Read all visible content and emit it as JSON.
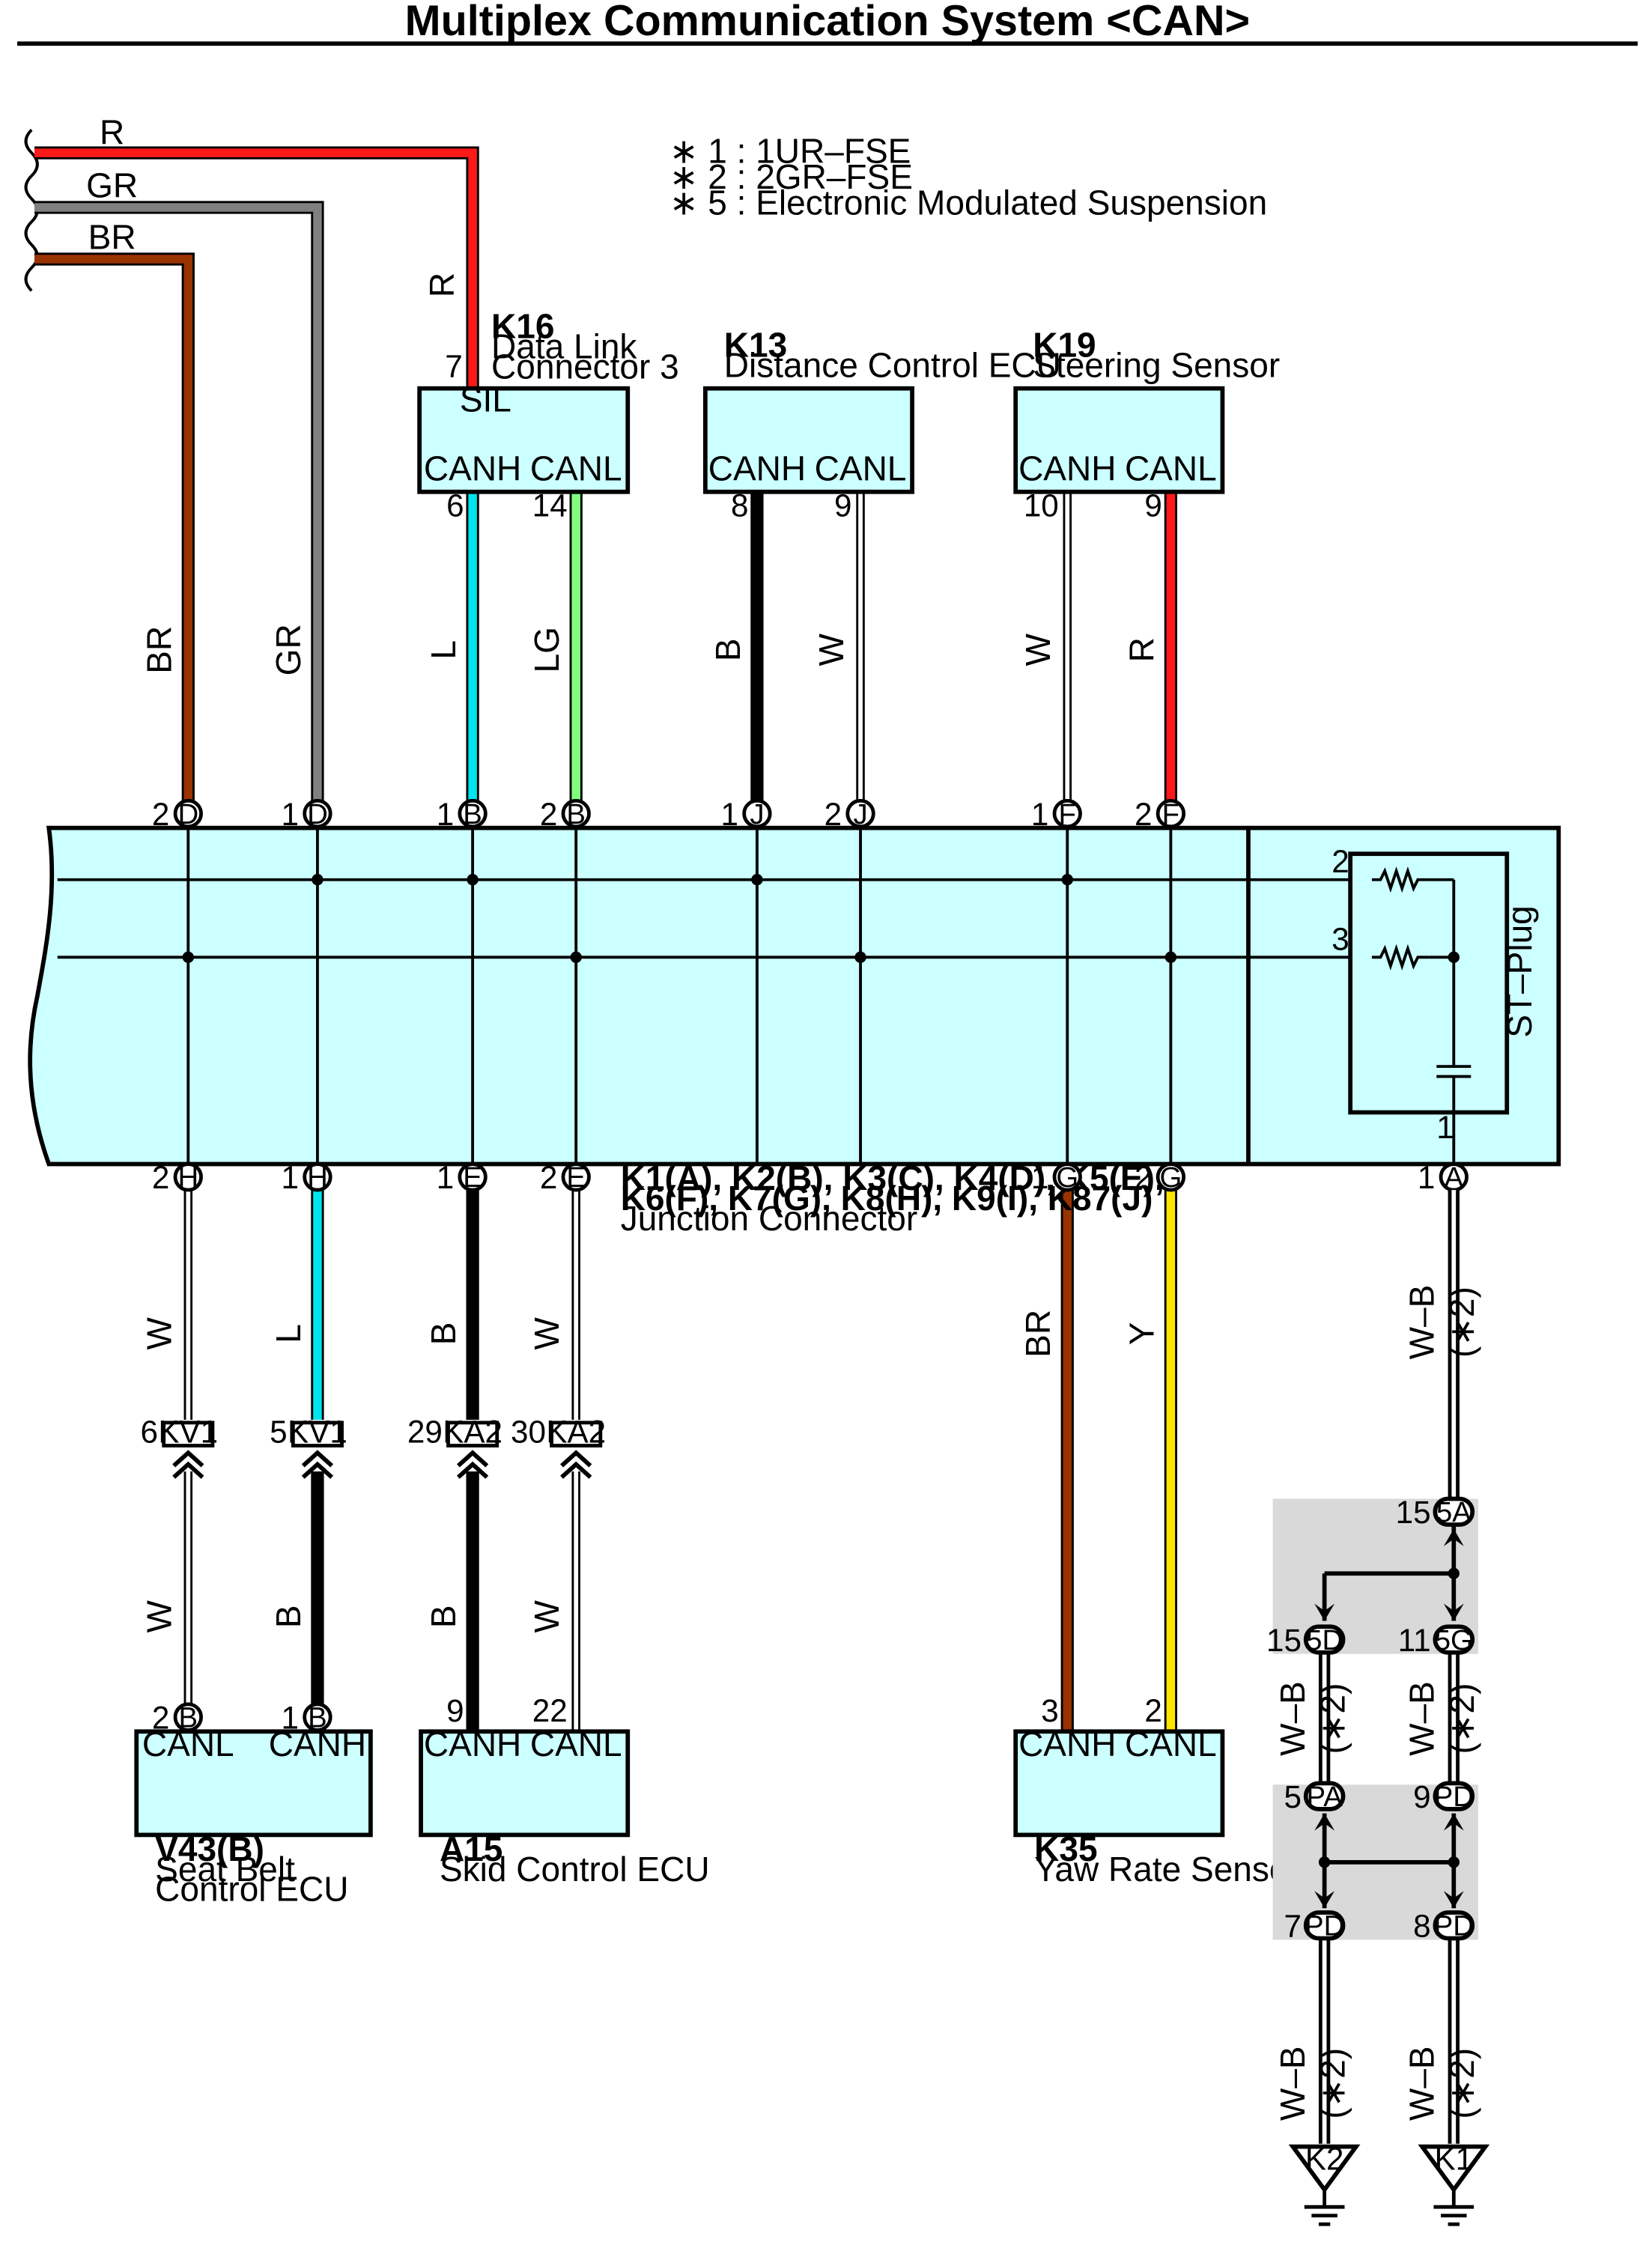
{
  "title": "Multiplex Communication System <CAN>",
  "notes": [
    "∗ 1 : 1UR–FSE",
    "∗ 2 : 2GR–FSE",
    "∗ 5 : Electronic Modulated Suspension"
  ],
  "wire_colors": {
    "R": "#ff1a1a",
    "GR": "#808080",
    "BR": "#993300",
    "L": "#00e5ee",
    "LG": "#80ff80",
    "B": "#000000",
    "W": "#ffffff",
    "Y": "#ffe600",
    "W-B": "#ffffff"
  },
  "colors": {
    "box_fill": "#ccffff",
    "shade": "#d9d9d9",
    "stroke": "#000000"
  },
  "incoming_wires": [
    "R",
    "GR",
    "BR"
  ],
  "components": {
    "k16": {
      "id": "K16",
      "name1": "Data Link",
      "name2": "Connector 3",
      "sil": "SIL",
      "sil_pin": "7",
      "canh": "CANH",
      "canl": "CANL",
      "pin_h": "6",
      "pin_l": "14",
      "wire_sil": "R"
    },
    "k13": {
      "id": "K13",
      "name": "Distance Control ECU",
      "canh": "CANH",
      "canl": "CANL",
      "pin_h": "8",
      "pin_l": "9"
    },
    "k19": {
      "id": "K19",
      "name": "Steering Sensor",
      "canh": "CANH",
      "canl": "CANL",
      "pin_h": "10",
      "pin_l": "9"
    },
    "v43": {
      "id": "V43(B)",
      "name1": "Seat Belt",
      "name2": "Control ECU",
      "canl": "CANL",
      "canh": "CANH",
      "pin_l": "2",
      "pin_h": "1",
      "pin_conn": "B"
    },
    "a15": {
      "id": "A15",
      "name": "Skid Control ECU",
      "canh": "CANH",
      "canl": "CANL",
      "pin_h": "9",
      "pin_l": "22"
    },
    "k35": {
      "id": "K35",
      "name": "Yaw Rate Sensor",
      "canh": "CANH",
      "canl": "CANL",
      "pin_h": "3",
      "pin_l": "2"
    }
  },
  "junction": {
    "line1": "K1(A), K2(B), K3(C), K4(D), K5(E),",
    "line2": "K6(F), K7(G), K8(H), K9(I), K87(J)",
    "line3": "Junction Connector",
    "st_plug": "ST–Plug",
    "st_pins": [
      "2",
      "3",
      "1"
    ],
    "top_pins": [
      {
        "pin": "2",
        "c": "D"
      },
      {
        "pin": "1",
        "c": "D"
      },
      {
        "pin": "1",
        "c": "B"
      },
      {
        "pin": "2",
        "c": "B"
      },
      {
        "pin": "1",
        "c": "J"
      },
      {
        "pin": "2",
        "c": "J"
      },
      {
        "pin": "1",
        "c": "F"
      },
      {
        "pin": "2",
        "c": "F"
      }
    ],
    "bottom_pins": [
      {
        "pin": "2",
        "c": "H"
      },
      {
        "pin": "1",
        "c": "H"
      },
      {
        "pin": "1",
        "c": "E"
      },
      {
        "pin": "2",
        "c": "E"
      },
      {
        "pin": "1",
        "c": "G"
      },
      {
        "pin": "2",
        "c": "G"
      },
      {
        "pin": "1",
        "c": "A"
      }
    ]
  },
  "top_wire_labels": [
    "BR",
    "GR",
    "L",
    "LG",
    "B",
    "W",
    "W",
    "R"
  ],
  "bottom_upper_labels": [
    "W",
    "L",
    "B",
    "W",
    "BR",
    "Y",
    "W–B"
  ],
  "bottom_lower_labels": [
    "W",
    "B",
    "B",
    "W"
  ],
  "inline_connectors": [
    {
      "pin": "6",
      "name": "KV1"
    },
    {
      "pin": "5",
      "name": "KV1"
    },
    {
      "pin": "29",
      "name": "KA2"
    },
    {
      "pin": "30",
      "name": "KA2"
    }
  ],
  "ground": {
    "star2": "(∗2)",
    "wb": "W–B",
    "c5a": {
      "pin": "15",
      "name": "5A"
    },
    "c5d": {
      "pin": "15",
      "name": "5D"
    },
    "c5g": {
      "pin": "11",
      "name": "5G"
    },
    "cpa": {
      "pin": "5",
      "name": "PA"
    },
    "cpd_a": {
      "pin": "9",
      "name": "PD"
    },
    "cpd_b": {
      "pin": "7",
      "name": "PD"
    },
    "cpd_c": {
      "pin": "8",
      "name": "PD"
    },
    "k2": "K2",
    "k1": "K1"
  }
}
